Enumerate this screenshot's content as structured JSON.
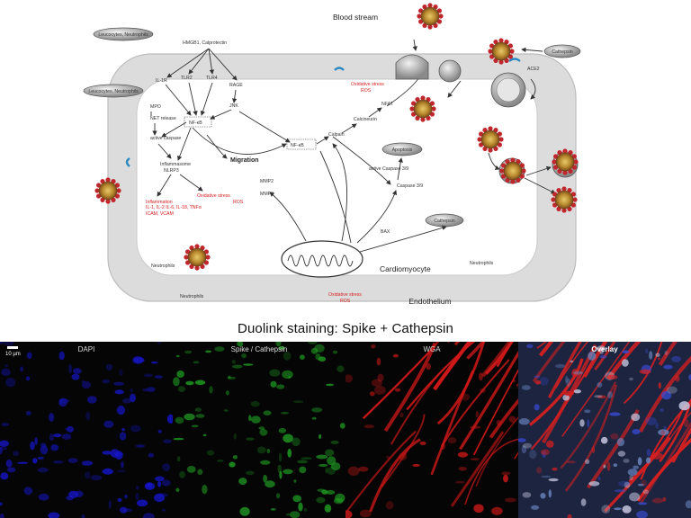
{
  "diagram": {
    "blood_stream": "Blood stream",
    "endothelium": "Endothelium",
    "cardiomyocyte": "Cardiomyocyte",
    "migration": "Migration",
    "leukocytes_1": "Leucocytes, Neutrophils",
    "leukocytes_2": "Leucocytes, Neutrophils",
    "hmgb1": "HMGB1, Calprotectin",
    "il1r": "IL-1R",
    "tlr2": "TLR2",
    "tlr4": "TLR4",
    "rage": "RAGE",
    "jnk": "JNK",
    "mpo": "MPO",
    "net_release": "NET release",
    "active_caspase": "active caspase",
    "nfkb_1": "NF-κB",
    "nfkb_2": "NF-κB",
    "inflammasome": "Inflammasome",
    "nlrp3": "NLRP3",
    "inflammation": "Inflammation",
    "cytokines": "IL-1, IL-2    IL-6, IL-18,  TNFα",
    "adhesion": "ICAM, VCAM",
    "oxidative_stress": "Oxidative stress",
    "ros": "ROS",
    "mmp2": "MMP2",
    "mmp9": "MMP9",
    "calpain": "Calpain",
    "calcineurin": "Calcineurin",
    "nfat": "NFAT",
    "apoptosis": "Apoptosis",
    "active_caspase_39": "active Caspase 3/9",
    "caspase_39": "Caspase 3/9",
    "bax": "BAX",
    "cathepsin": "Cathepsin",
    "ace2": "ACE2",
    "neutrophils": "Neutrophils"
  },
  "figure_title": "Duolink staining: Spike + Cathepsin",
  "panels": [
    {
      "label": "DAPI",
      "color": "#1515c8"
    },
    {
      "label": "Spike / Cathepsin",
      "color": "#1f9a22"
    },
    {
      "label": "WGA",
      "color": "#d01818"
    },
    {
      "label": "Overlay",
      "color": "#6c7fb8"
    }
  ],
  "scale_bar": "10 µm"
}
